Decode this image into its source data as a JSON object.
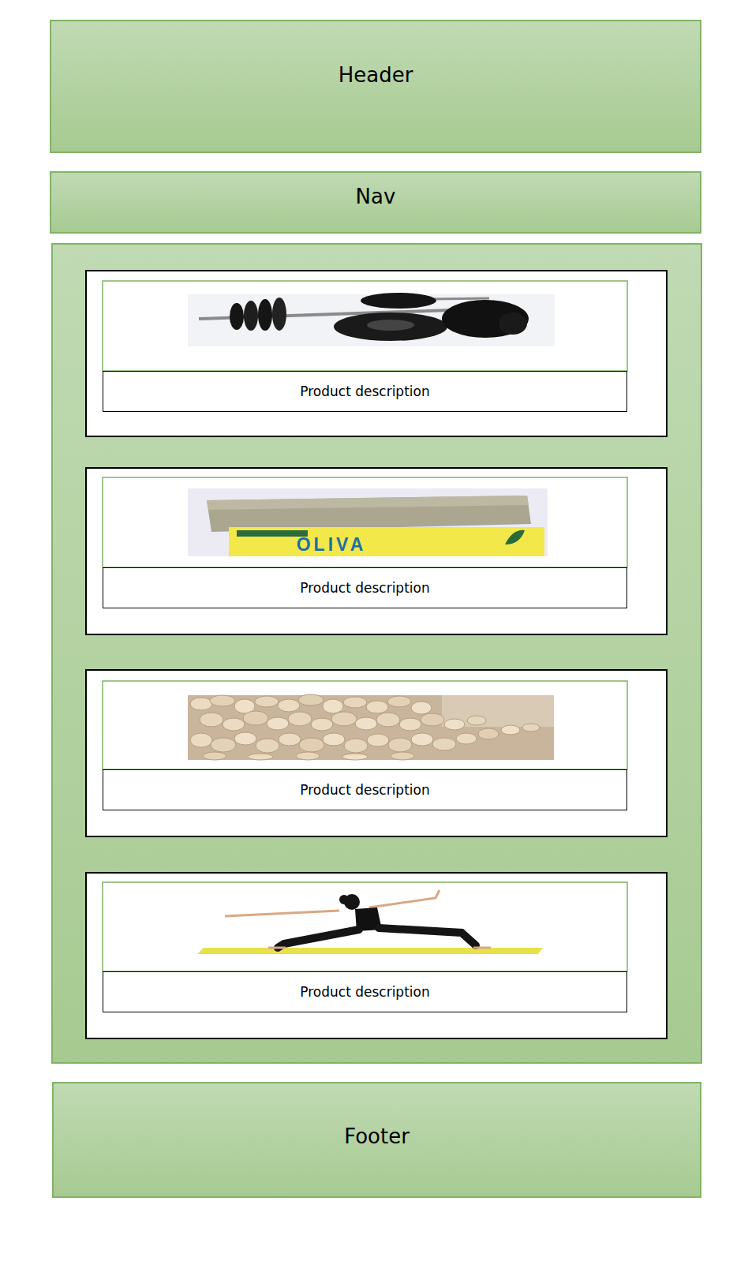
{
  "diagram": {
    "nodes": [
      {
        "text": [
          "Header"
        ]
      },
      {
        "text": [
          "Nav"
        ]
      },
      {
        "text": [
          "Product description"
        ]
      },
      {
        "text": [
          "Product description"
        ]
      },
      {
        "text": [
          "Product description"
        ]
      },
      {
        "text": [
          "Product description"
        ]
      },
      {
        "text": [
          "Footer"
        ]
      }
    ],
    "labels": [
      "OLIVA"
    ]
  }
}
